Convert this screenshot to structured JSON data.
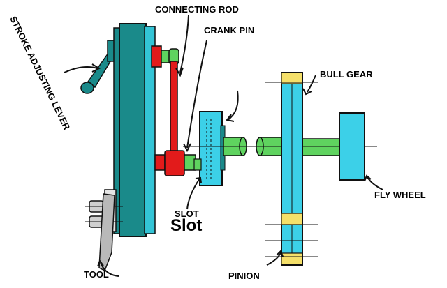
{
  "labels": {
    "connecting_rod": "CONNECTING ROD",
    "crank_pin": "CRANK PIN",
    "stroke_adjusting_lever": "STROKE ADJUSTING LEVER",
    "bull_gear": "BULL GEAR",
    "slot_small": "SLOT",
    "slot_big": "Slot",
    "fly_wheel": "FLY WHEEL",
    "tool": "TOOL",
    "pinion": "PINION"
  },
  "colors": {
    "frame": "#1a8a8a",
    "frame_face": "#33c4d6",
    "gear": "#3cd0e8",
    "crank_red": "#e21b1b",
    "shaft_green": "#5fd35f",
    "gear_teeth": "#f5e06a",
    "outline": "#111111",
    "tool": "#b9b9b9"
  }
}
